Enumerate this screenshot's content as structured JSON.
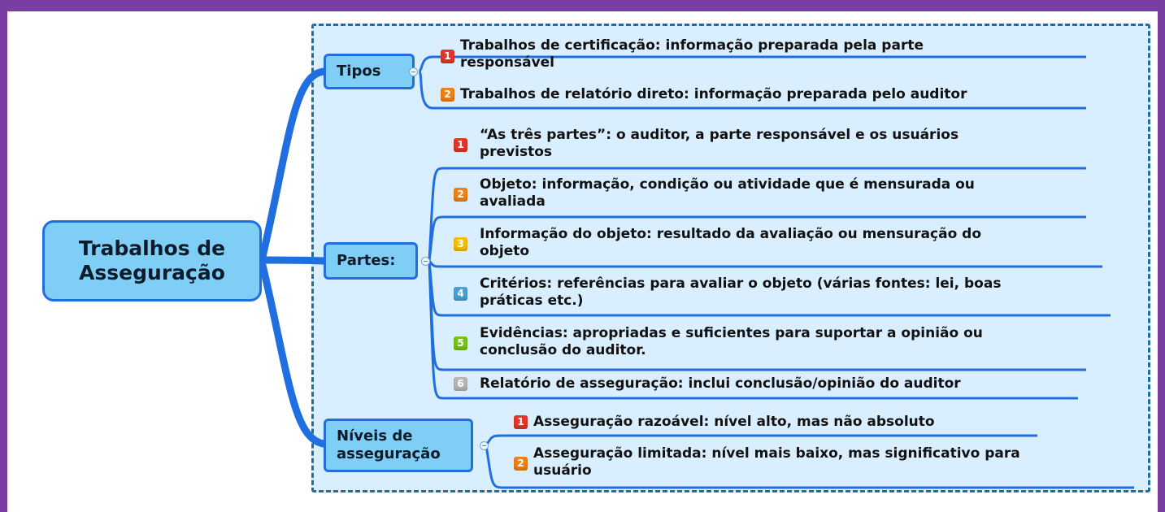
{
  "central": {
    "line1": "Trabalhos de",
    "line2": "Asseguração"
  },
  "branches": [
    {
      "label": "Tipos",
      "items": [
        {
          "badge": "1",
          "color": "#e0382b",
          "line1": "Trabalhos de certificação: informação preparada pela parte",
          "line2": "responsável"
        },
        {
          "badge": "2",
          "color": "#f08418",
          "line1": "Trabalhos de relatório direto: informação preparada pelo auditor",
          "line2": ""
        }
      ]
    },
    {
      "label": "Partes:",
      "items": [
        {
          "badge": "1",
          "color": "#e0382b",
          "line1": "“As três partes”: o auditor, a parte responsável e os usuários",
          "line2": "previstos"
        },
        {
          "badge": "2",
          "color": "#f08418",
          "line1": "Objeto: informação, condição ou atividade que é mensurada ou",
          "line2": "avaliada"
        },
        {
          "badge": "3",
          "color": "#f5c20a",
          "line1": "Informação do objeto: resultado da avaliação ou mensuração do",
          "line2": "objeto"
        },
        {
          "badge": "4",
          "color": "#4aa3d6",
          "line1": "Critérios: referências para avaliar o objeto (várias fontes: lei, boas",
          "line2": "práticas etc.)"
        },
        {
          "badge": "5",
          "color": "#79c51f",
          "line1": "Evidências: apropriadas e suficientes para suportar a opinião ou",
          "line2": "conclusão do auditor."
        },
        {
          "badge": "6",
          "color": "#b8b8b8",
          "line1": "Relatório de asseguração: inclui conclusão/opinião do auditor",
          "line2": ""
        }
      ]
    },
    {
      "label_line1": "Níveis de",
      "label_line2": "asseguração",
      "items": [
        {
          "badge": "1",
          "color": "#e0382b",
          "line1": "Asseguração razoável: nível alto, mas não absoluto",
          "line2": ""
        },
        {
          "badge": "2",
          "color": "#f08418",
          "line1": "Asseguração limitada: nível mais baixo, mas significativo para",
          "line2": "usuário"
        }
      ]
    }
  ]
}
